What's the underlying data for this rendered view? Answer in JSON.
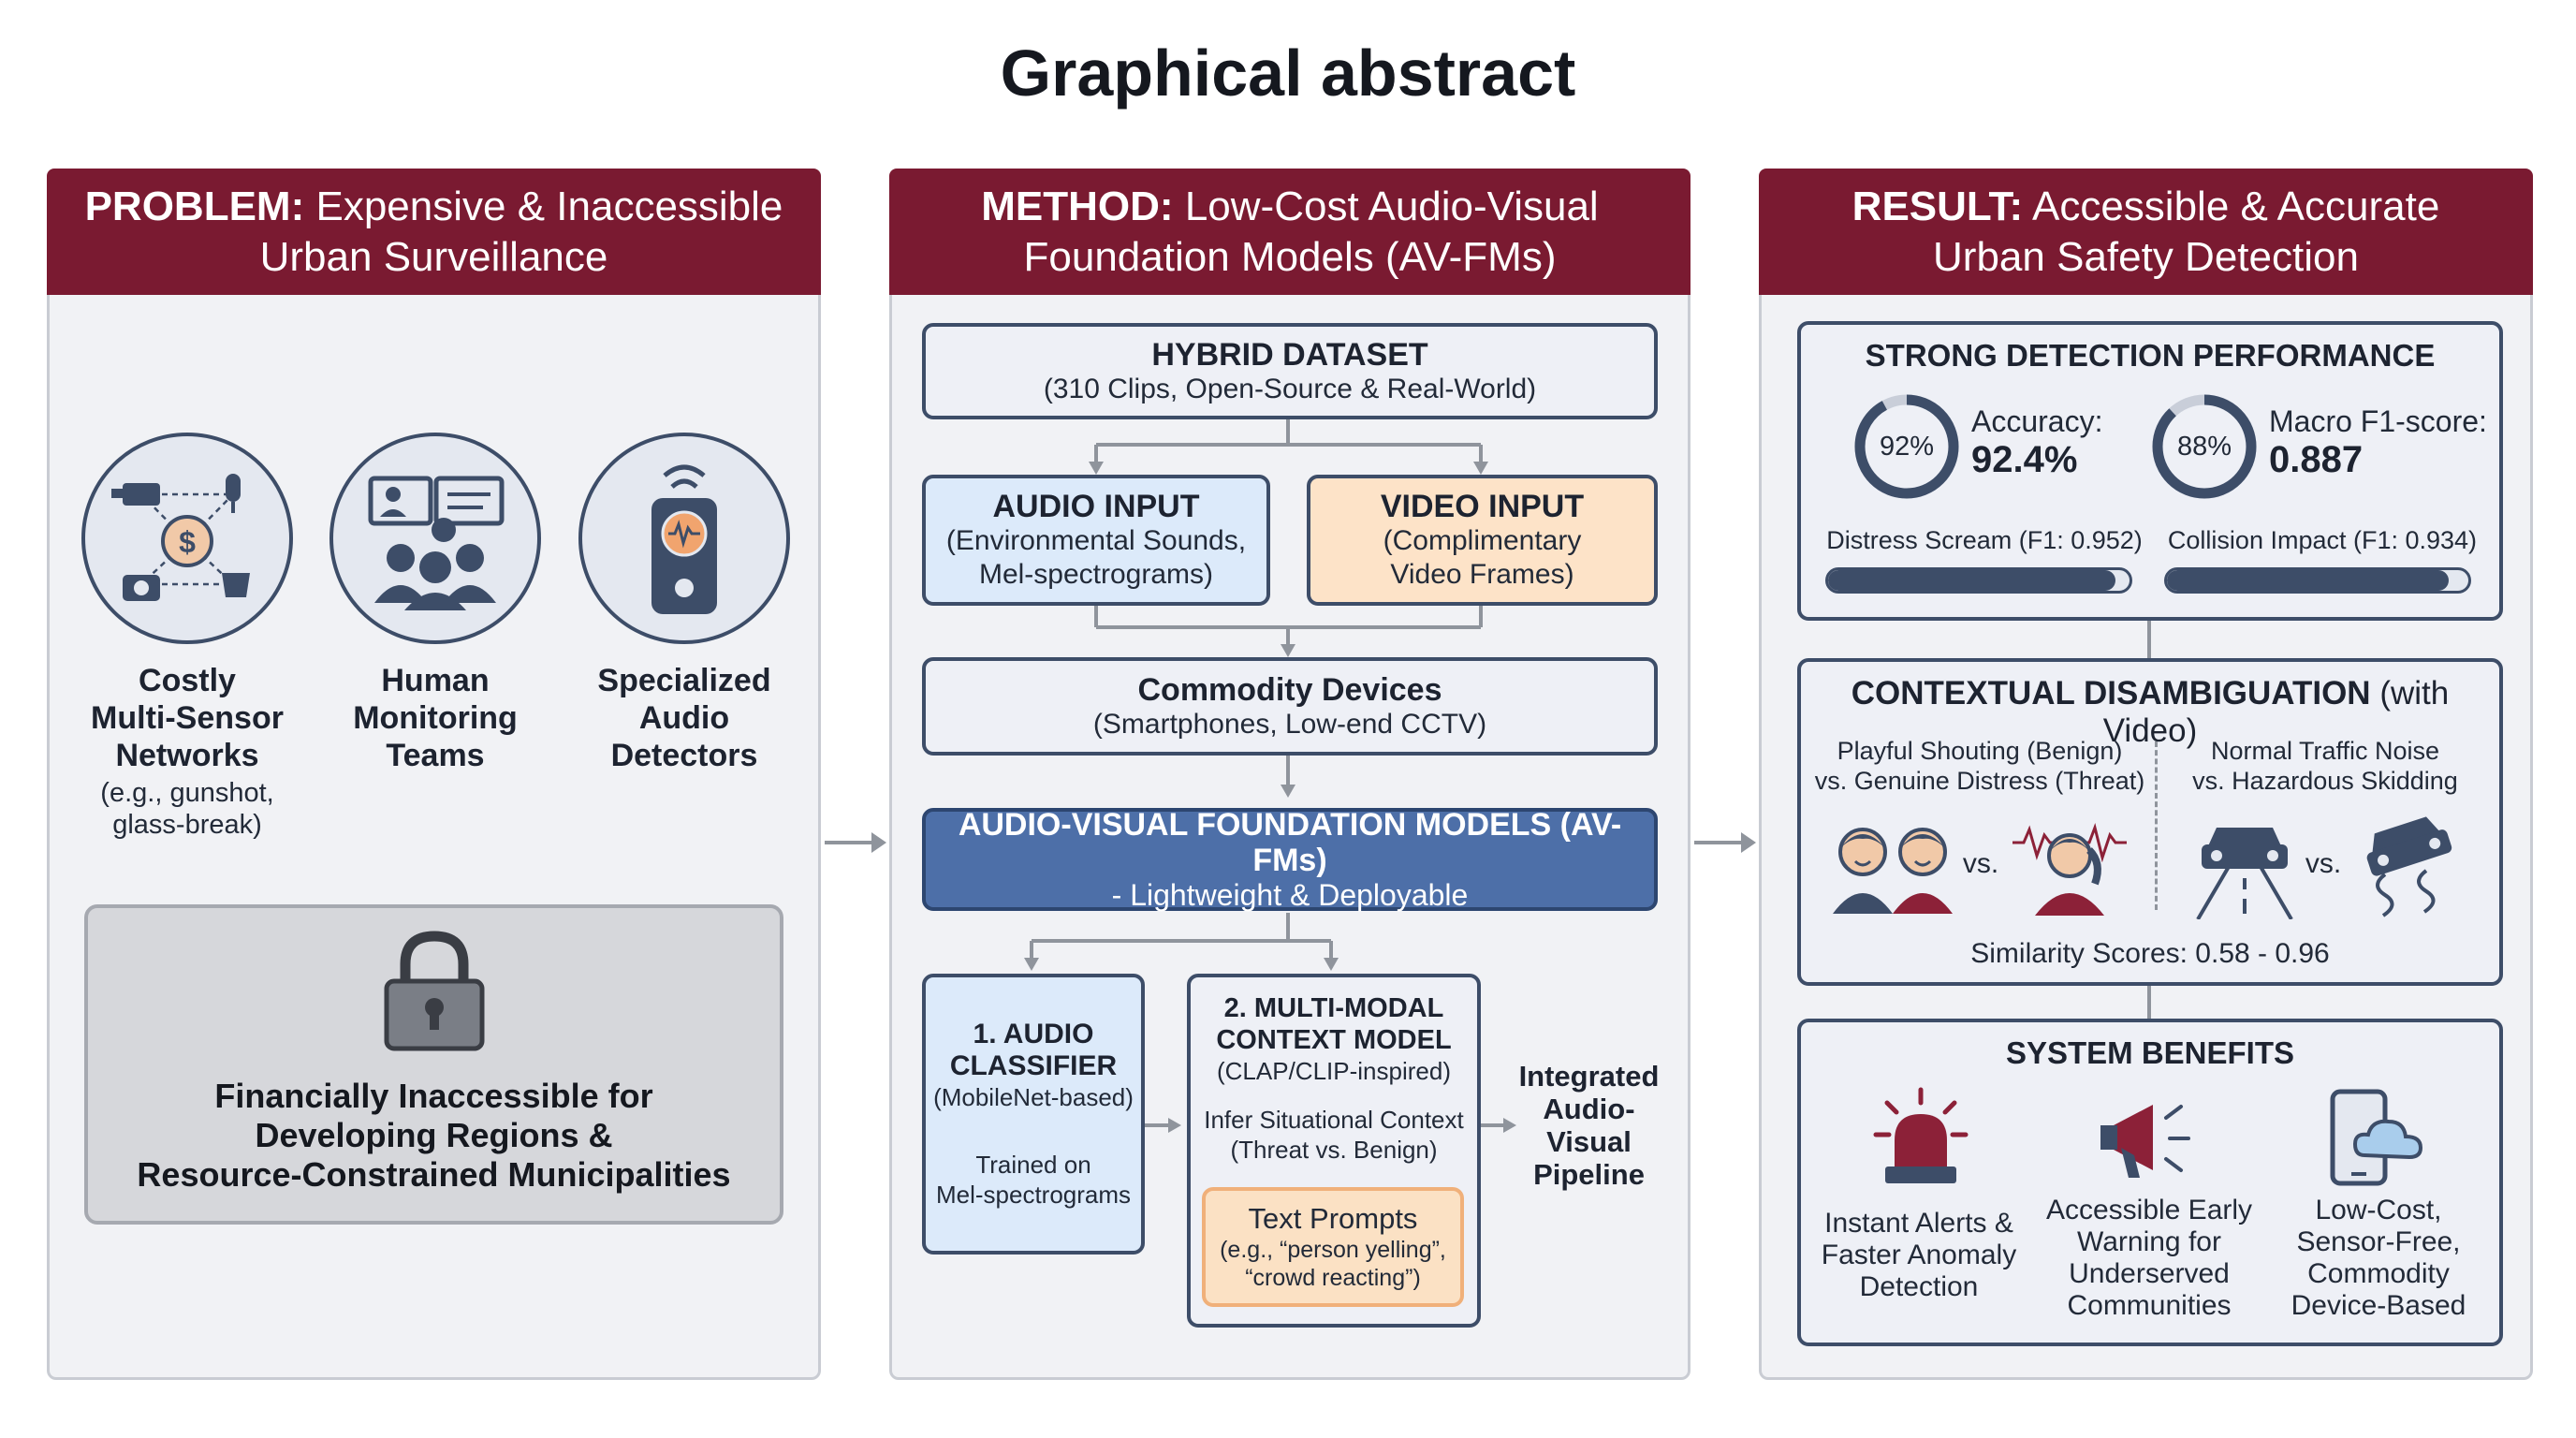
{
  "title": "Graphical abstract",
  "problem": {
    "head_bold": "PROBLEM:",
    "head_rest_1": "Expensive & Inaccessible",
    "head_rest_2": "Urban Surveillance",
    "items": [
      {
        "l1": "Costly",
        "l2": "Multi-Sensor",
        "l3": "Networks",
        "s1": "(e.g., gunshot,",
        "s2": "glass-break)"
      },
      {
        "l1": "Human",
        "l2": "Monitoring",
        "l3": "Teams"
      },
      {
        "l1": "Specialized",
        "l2": "Audio",
        "l3": "Detectors"
      }
    ],
    "lock_1": "Financially Inaccessible for",
    "lock_2": "Developing Regions &",
    "lock_3": "Resource-Constrained Municipalities"
  },
  "method": {
    "head_bold": "METHOD:",
    "head_rest_1": "Low-Cost Audio-Visual",
    "head_rest_2": "Foundation Models (AV-FMs)",
    "dataset_h": "HYBRID DATASET",
    "dataset_s": "(310 Clips, Open-Source & Real-World)",
    "audio_h": "AUDIO INPUT",
    "audio_s1": "(Environmental Sounds,",
    "audio_s2": "Mel-spectrograms)",
    "video_h": "VIDEO INPUT",
    "video_s1": "(Complimentary",
    "video_s2": "Video Frames)",
    "devices_h": "Commodity Devices",
    "devices_s": "(Smartphones, Low-end CCTV)",
    "avfm_h": "AUDIO-VISUAL FOUNDATION MODELS (AV-FMs)",
    "avfm_s": "- Lightweight & Deployable",
    "classifier_h1": "1. AUDIO",
    "classifier_h2": "CLASSIFIER",
    "classifier_s1": "(MobileNet-based)",
    "classifier_s2": "Trained on",
    "classifier_s3": "Mel-spectrograms",
    "context_h1": "2. MULTI-MODAL",
    "context_h2": "CONTEXT MODEL",
    "context_s1": "(CLAP/CLIP-inspired)",
    "context_s2": "Infer Situational Context",
    "context_s3": "(Threat vs. Benign)",
    "prompt_h": "Text Prompts",
    "prompt_s1": "(e.g., “person yelling”,",
    "prompt_s2": "“crowd reacting”)",
    "pipeline_1": "Integrated",
    "pipeline_2": "Audio-",
    "pipeline_3": "Visual",
    "pipeline_4": "Pipeline"
  },
  "result": {
    "head_bold": "RESULT:",
    "head_rest_1": "Accessible & Accurate",
    "head_rest_2": "Urban Safety Detection",
    "perf_h": "STRONG DETECTION PERFORMANCE",
    "acc_ring": "92%",
    "acc_ring_value": 0.92,
    "acc_label": "Accuracy:",
    "acc_value": "92.4%",
    "f1_ring": "88%",
    "f1_ring_value": 0.88,
    "f1_label": "Macro F1-score:",
    "f1_value": "0.887",
    "bar1_label": "Distress Scream (F1: 0.952)",
    "bar1_value": 0.952,
    "bar2_label": "Collision Impact (F1: 0.934)",
    "bar2_value": 0.934,
    "ctx_h": "CONTEXTUAL DISAMBIGUATION",
    "ctx_h2": "(with Video)",
    "ctx_l1": "Playful Shouting (Benign)",
    "ctx_l2": "vs. Genuine Distress (Threat)",
    "ctx_r1": "Normal Traffic Noise",
    "ctx_r2": "vs. Hazardous Skidding",
    "vs": "vs.",
    "similarity": "Similarity Scores: 0.58 - 0.96",
    "ben_h": "SYSTEM BENEFITS",
    "ben": [
      {
        "l1": "Instant Alerts &",
        "l2": "Faster Anomaly",
        "l3": "Detection"
      },
      {
        "l1": "Accessible Early",
        "l2": "Warning for",
        "l3": "Underserved",
        "l4": "Communities"
      },
      {
        "l1": "Low-Cost,",
        "l2": "Sensor-Free,",
        "l3": "Commodity",
        "l4": "Device-Based"
      }
    ]
  },
  "colors": {
    "header": "#7a1a31",
    "navy": "#3d4d68",
    "audio_fill": "#dceafa",
    "video_fill": "#fde3c8",
    "avfm_fill": "#4d6fa8",
    "prompt_fill": "#fbe1c4",
    "lock_fill": "#d6d7db"
  }
}
